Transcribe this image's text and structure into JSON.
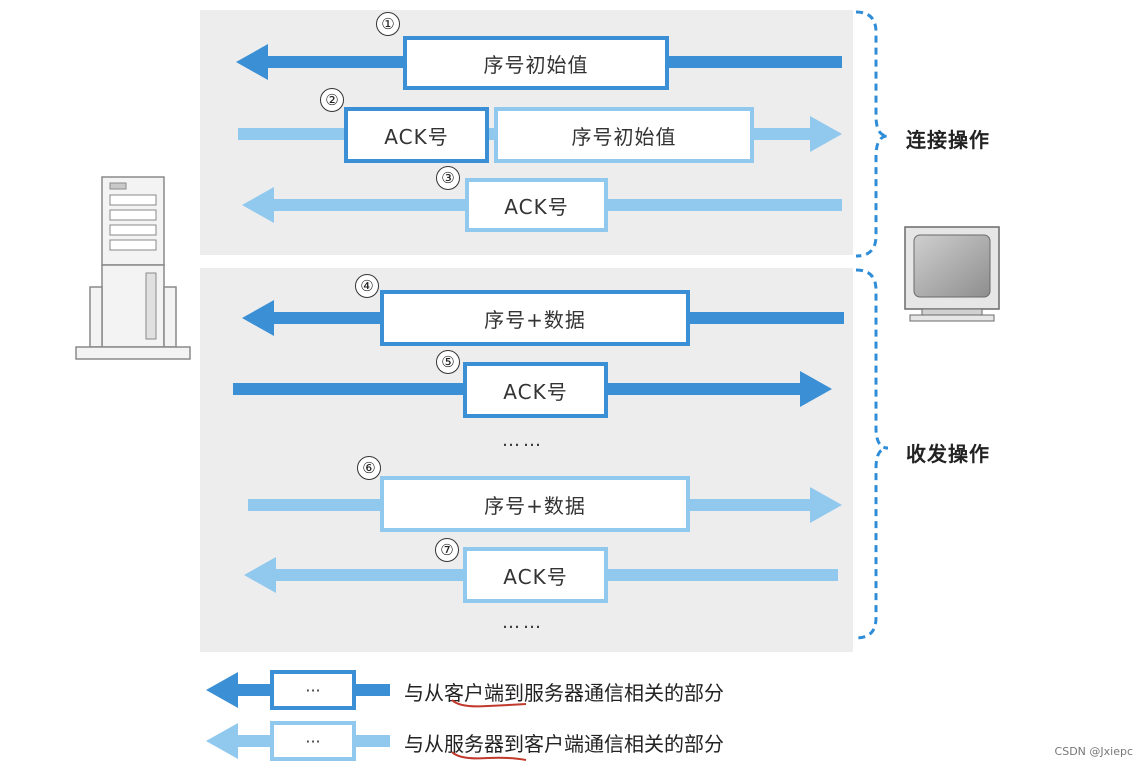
{
  "steps": [
    {
      "num": "①",
      "segments": [
        "序号初始值"
      ],
      "direction": "server-bound",
      "style": "dark"
    },
    {
      "num": "②",
      "segments": [
        "ACK号",
        "序号初始值"
      ],
      "direction": "client-bound",
      "style": "light"
    },
    {
      "num": "③",
      "segments": [
        "ACK号"
      ],
      "direction": "server-bound",
      "style": "light"
    },
    {
      "num": "④",
      "segments": [
        "序号+数据"
      ],
      "direction": "server-bound",
      "style": "dark"
    },
    {
      "num": "⑤",
      "segments": [
        "ACK号"
      ],
      "direction": "client-bound",
      "style": "dark"
    },
    {
      "num": "⑥",
      "segments": [
        "序号+数据"
      ],
      "direction": "client-bound",
      "style": "light"
    },
    {
      "num": "⑦",
      "segments": [
        "ACK号"
      ],
      "direction": "server-bound",
      "style": "light"
    }
  ],
  "ellipsis": "……",
  "phases": {
    "connect": "连接操作",
    "transfer": "收发操作"
  },
  "legend": [
    {
      "symbol": "···",
      "style": "dark",
      "text": "与从客户端到服务器通信相关的部分"
    },
    {
      "symbol": "···",
      "style": "light",
      "text": "与从服务器到客户端通信相关的部分"
    }
  ],
  "icons": {
    "server": "server-tower-icon",
    "client": "computer-monitor-icon"
  },
  "colors": {
    "dark_blue": "#3b8fd4",
    "light_blue": "#90c8ee",
    "panel_bg": "#ededed",
    "underline": "#c0392b"
  },
  "watermark": "CSDN @Jxiepc"
}
